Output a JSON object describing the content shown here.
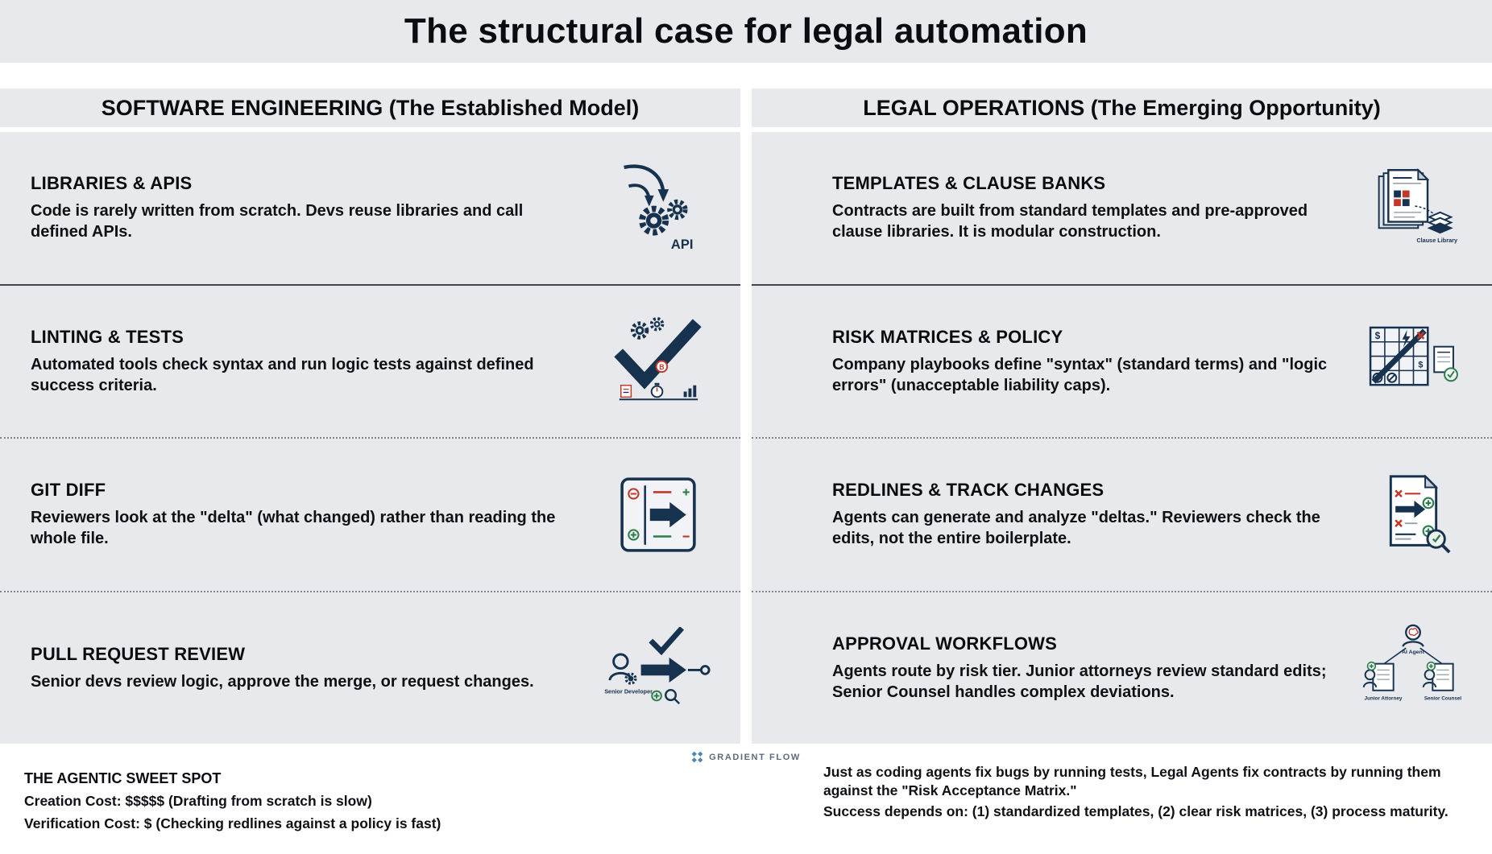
{
  "title": "The structural case for legal automation",
  "columns": [
    {
      "header": "SOFTWARE ENGINEERING (The Established Model)",
      "rows": [
        {
          "title": "LIBRARIES & APIS",
          "desc": "Code is rarely written from scratch. Devs reuse libraries and call defined APIs."
        },
        {
          "title": "LINTING & TESTS",
          "desc": "Automated tools check syntax and run logic tests against defined success criteria."
        },
        {
          "title": "GIT DIFF",
          "desc": "Reviewers look at the \"delta\" (what changed) rather than reading the whole file."
        },
        {
          "title": "PULL REQUEST REVIEW",
          "desc": "Senior devs review logic, approve the merge, or request changes."
        }
      ]
    },
    {
      "header": "LEGAL OPERATIONS (The Emerging Opportunity)",
      "rows": [
        {
          "title": "TEMPLATES & CLAUSE BANKS",
          "desc": "Contracts are built from standard templates and pre-approved clause libraries. It is modular construction."
        },
        {
          "title": "RISK MATRICES & POLICY",
          "desc": "Company playbooks define \"syntax\" (standard terms) and \"logic errors\" (unacceptable liability caps)."
        },
        {
          "title": "REDLINES & TRACK CHANGES",
          "desc": "Agents can generate and analyze \"deltas.\" Reviewers check the edits, not the entire boilerplate."
        },
        {
          "title": "APPROVAL WORKFLOWS",
          "desc": "Agents route by risk tier. Junior attorneys review standard edits; Senior Counsel handles complex deviations."
        }
      ]
    }
  ],
  "icons": {
    "api_label": "API",
    "bug_badge": "B",
    "senior_developer_label": "Senior Developer",
    "clause_library_label": "Clause Library",
    "ai_agent_label": "AI Agent",
    "junior_attorney_label": "Junior Attorney",
    "senior_counsel_label": "Senior Counsel"
  },
  "footer": {
    "logo_text": "GRADIENT FLOW",
    "left": {
      "title": "THE AGENTIC SWEET SPOT",
      "line1": "Creation Cost: $$$$$ (Drafting from scratch is slow)",
      "line2": "Verification Cost: $ (Checking redlines against a policy is fast)"
    },
    "right": {
      "para1": "Just as coding agents fix bugs by running tests, Legal Agents fix contracts by running them against the \"Risk Acceptance Matrix.\"",
      "para2": "Success depends on: (1) standardized templates, (2) clear risk matrices, (3) process maturity."
    }
  },
  "colors": {
    "panel_bg": "#e8e9ec",
    "navy": "#16324f",
    "red": "#c0392b",
    "green": "#2e7d4f",
    "logo_blue": "#4f86b5",
    "text": "#0e0f14"
  }
}
